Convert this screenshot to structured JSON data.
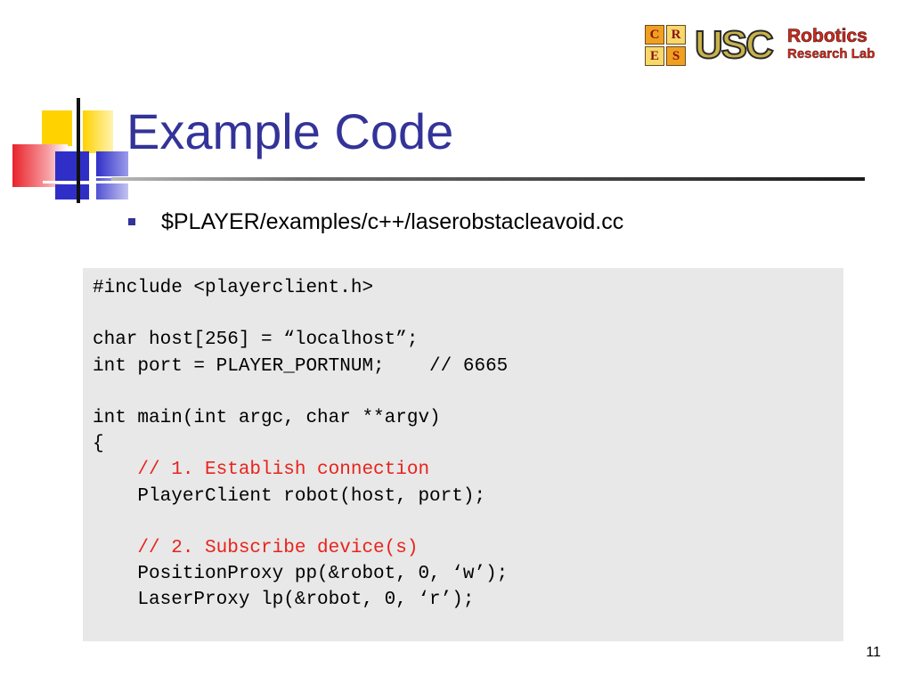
{
  "slide": {
    "title": "Example Code",
    "bullet": "$PLAYER/examples/c++/laserobstacleavoid.cc",
    "page_number": "11"
  },
  "logo": {
    "cres": [
      "C",
      "R",
      "E",
      "S"
    ],
    "usc": "USC",
    "robotics": "Robotics",
    "research_lab": "Research Lab"
  },
  "code": {
    "lines": [
      {
        "text": "#include <playerclient.h>",
        "comment": false
      },
      {
        "text": "",
        "comment": false
      },
      {
        "text": "char host[256] = “localhost”;",
        "comment": false
      },
      {
        "text": "int port = PLAYER_PORTNUM;    // 6665",
        "comment": false
      },
      {
        "text": "",
        "comment": false
      },
      {
        "text": "int main(int argc, char **argv)",
        "comment": false
      },
      {
        "text": "{",
        "comment": false
      },
      {
        "text": "    // 1. Establish connection",
        "comment": true
      },
      {
        "text": "    PlayerClient robot(host, port);",
        "comment": false
      },
      {
        "text": "",
        "comment": false
      },
      {
        "text": "    // 2. Subscribe device(s)",
        "comment": true
      },
      {
        "text": "    PositionProxy pp(&robot, 0, ‘w’);",
        "comment": false
      },
      {
        "text": "    LaserProxy lp(&robot, 0, ‘r’);",
        "comment": false
      }
    ]
  },
  "colors": {
    "title": "#333399",
    "comment": "#e8231c",
    "code_background": "#e8e8e8"
  }
}
